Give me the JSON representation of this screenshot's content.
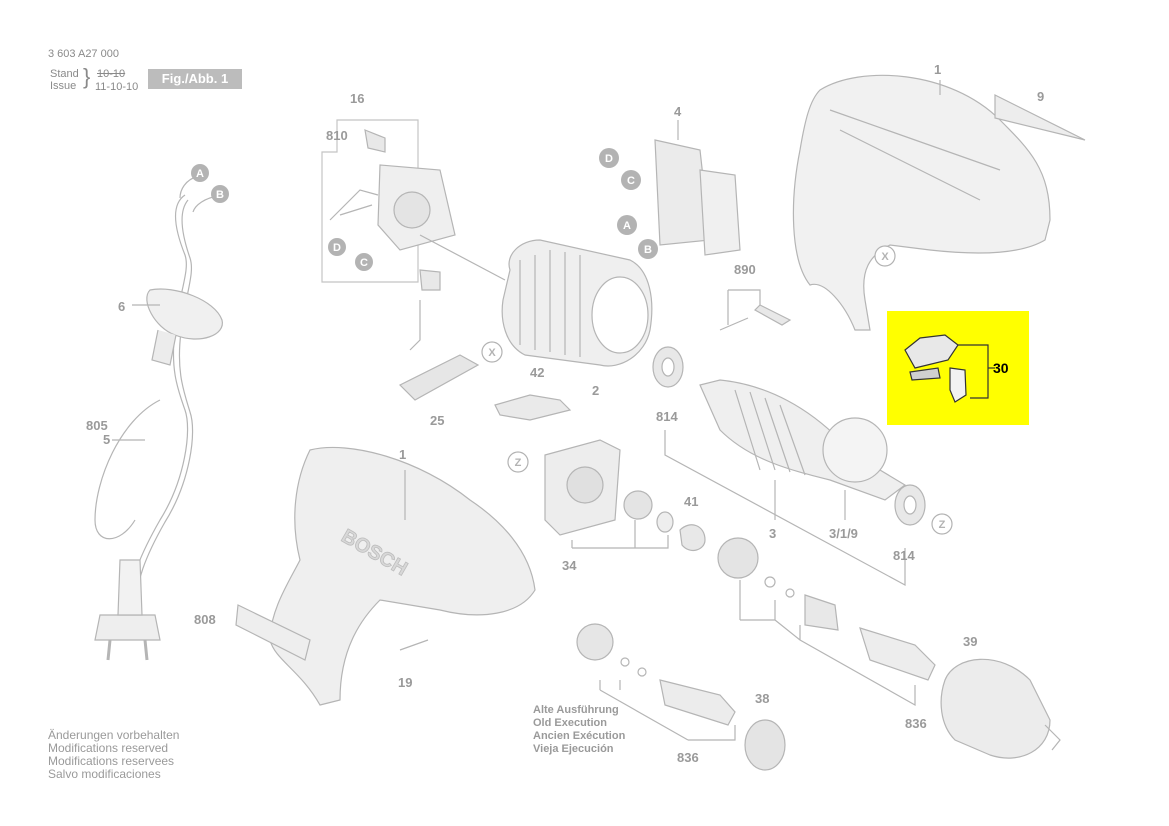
{
  "header": {
    "doc_number": "3 603 A27 000",
    "stand_label": "Stand",
    "issue_label": "Issue",
    "old_date": "10-10",
    "new_date": "11-10-10",
    "figure_tag": "Fig./Abb. 1"
  },
  "parts": {
    "p16": "16",
    "p810": "810",
    "p4": "4",
    "p1a": "1",
    "p9": "9",
    "p6": "6",
    "p890": "890",
    "p25": "25",
    "p42": "42",
    "p2": "2",
    "p814a": "814",
    "p30": "30",
    "p805": "805",
    "p5": "5",
    "p1b": "1",
    "p3": "3",
    "p319": "3/1/9",
    "p814b": "814",
    "p41": "41",
    "p34": "34",
    "p808": "808",
    "p19": "19",
    "p39": "39",
    "p836a": "836",
    "p38": "38",
    "p836b": "836"
  },
  "letters": {
    "A1": "A",
    "B1": "B",
    "D1": "D",
    "C1": "C",
    "D2": "D",
    "C2": "C",
    "A2": "A",
    "B2": "B",
    "X1": "X",
    "X2": "X",
    "Z1": "Z",
    "Z2": "Z"
  },
  "brand_text": "BOSCH",
  "footer_notes": [
    "Änderungen vorbehalten",
    "Modifications reserved",
    "Modifications reservees",
    "Salvo modificaciones"
  ],
  "old_execution": [
    "Alte Ausführung",
    "Old Execution",
    "Ancien Exécution",
    "Vieja Ejecución"
  ],
  "highlight": {
    "part": "30",
    "color": "#ffff00"
  }
}
